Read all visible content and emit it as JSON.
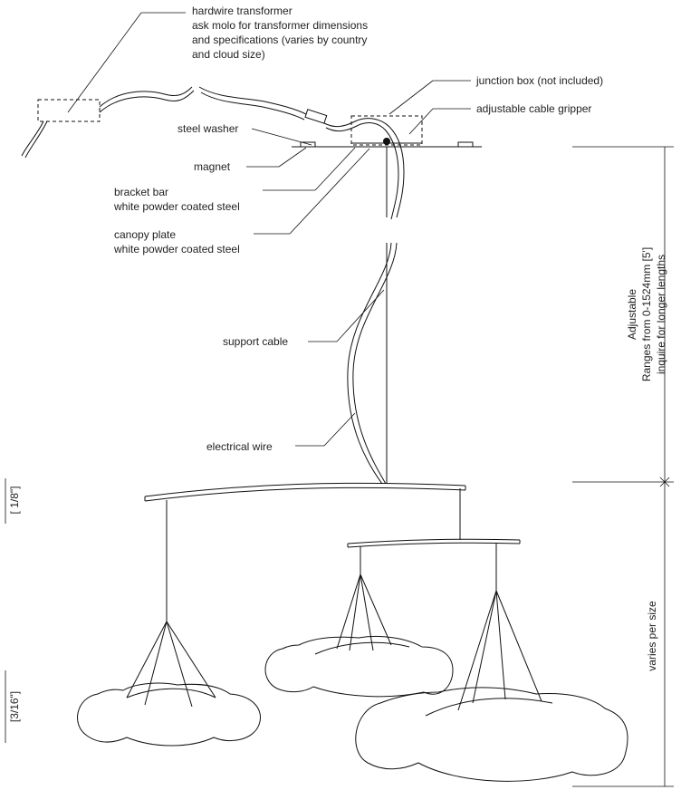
{
  "labels": {
    "transformer_title": "hardwire transformer",
    "transformer_line2": "ask molo for transformer dimensions",
    "transformer_line3": "and specifications (varies by country",
    "transformer_line4": "and cloud size)",
    "junction_box": "junction box (not included)",
    "cable_gripper": "adjustable cable gripper",
    "steel_washer": "steel washer",
    "magnet": "magnet",
    "bracket_bar_1": "bracket bar",
    "bracket_bar_2": "white powder coated steel",
    "canopy_plate_1": "canopy plate",
    "canopy_plate_2": "white powder coated steel",
    "support_cable": "support cable",
    "electrical_wire": "electrical wire"
  },
  "dimensions": {
    "adjustable_1": "Adjustable",
    "adjustable_2": "Ranges from 0-1524mm [5']",
    "adjustable_3": "inquire for longer lengths",
    "varies": "varies per size",
    "left_top": "[ 1/8\"]",
    "left_bottom": "[3/16\"]"
  }
}
